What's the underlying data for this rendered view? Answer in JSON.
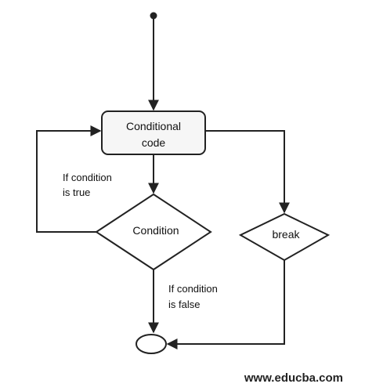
{
  "colors": {
    "stroke": "#222222",
    "node_fill": "#ffffff",
    "box_fill": "#f6f6f6",
    "text": "#111111"
  },
  "nodes": {
    "conditional_code": {
      "line1": "Conditional",
      "line2": "code"
    },
    "condition": {
      "label": "Condition"
    },
    "break": {
      "label": "break"
    }
  },
  "edges": {
    "if_true": {
      "line1": "If condition",
      "line2": "is true"
    },
    "if_false": {
      "line1": "If condition",
      "line2": "is false"
    }
  },
  "footer": {
    "watermark": "www.educba.com"
  }
}
